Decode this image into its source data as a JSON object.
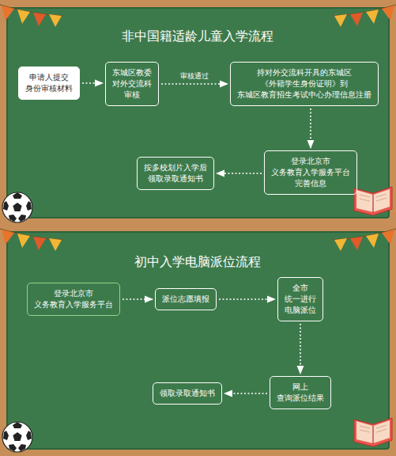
{
  "diagram": {
    "nodes": [
      {
        "text": [
          "申请人提交 身份审核材料"
        ]
      },
      {
        "text": [
          "东城区教委 对外交流科 审核"
        ]
      },
      {
        "text": [
          "持对外交流科开具的东城区 《外籍学生身份证明》到 东城区教育招生考试中心办理信息注册"
        ]
      },
      {
        "text": [
          "登录北京市 义务教育入学服务平台 完善信息"
        ]
      },
      {
        "text": [
          "按多校划片入学后 领取录取通知书"
        ]
      },
      {
        "text": [
          "登录北京市 义务教育入学服务平台"
        ]
      },
      {
        "text": [
          "派位志愿填报"
        ]
      },
      {
        "text": [
          "全市 统一进行 电脑派位"
        ]
      },
      {
        "text": [
          "网上 查询派位结果"
        ]
      },
      {
        "text": [
          "领取录取通知书"
        ]
      }
    ],
    "edges": [
      {
        "from": 0,
        "to": 1,
        "arrow": "to"
      },
      {
        "from": 1,
        "to": 2,
        "label": "审核通过",
        "arrow": "to"
      },
      {
        "from": 2,
        "to": 3,
        "arrow": "to"
      },
      {
        "from": 3,
        "to": 4,
        "arrow": "to"
      },
      {
        "from": 5,
        "to": 6,
        "arrow": "to"
      },
      {
        "from": 6,
        "to": 7,
        "arrow": "to"
      },
      {
        "from": 7,
        "to": 8,
        "arrow": "to"
      },
      {
        "from": 8,
        "to": 9,
        "arrow": "to"
      }
    ],
    "labels": [
      "非中国籍适龄儿童入学流程",
      "初中入学电脑派位流程"
    ]
  }
}
